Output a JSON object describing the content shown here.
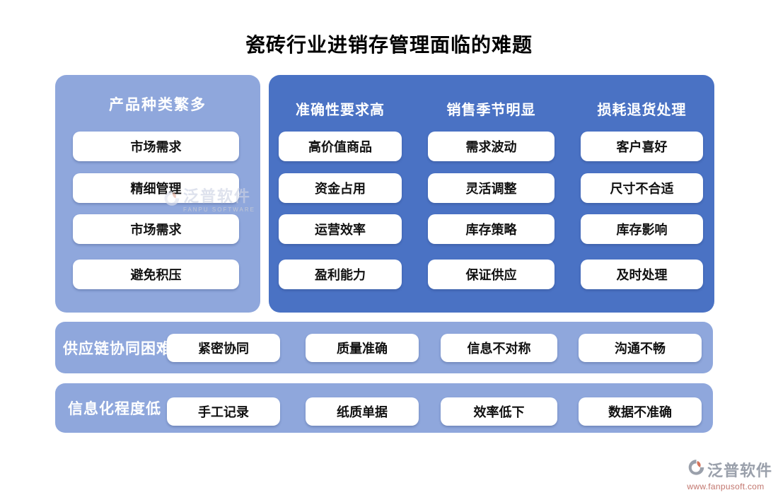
{
  "title": "瓷砖行业进销存管理面临的难题",
  "left_panel": {
    "header": "产品种类繁多",
    "items": [
      "市场需求",
      "精细管理",
      "市场需求",
      "避免积压"
    ]
  },
  "main_panel": {
    "columns": [
      {
        "header": "准确性要求高",
        "items": [
          "高价值商品",
          "资金占用",
          "运营效率",
          "盈利能力"
        ]
      },
      {
        "header": "销售季节明显",
        "items": [
          "需求波动",
          "灵活调整",
          "库存策略",
          "保证供应"
        ]
      },
      {
        "header": "损耗退货处理",
        "items": [
          "客户喜好",
          "尺寸不合适",
          "库存影响",
          "及时处理"
        ]
      }
    ]
  },
  "bands": [
    {
      "header": "供应链协同困难",
      "items": [
        "紧密协同",
        "质量准确",
        "信息不对称",
        "沟通不畅"
      ]
    },
    {
      "header": "信息化程度低",
      "items": [
        "手工记录",
        "纸质单据",
        "效率低下",
        "数据不准确"
      ]
    }
  ],
  "watermark": {
    "name": "泛普软件",
    "subtitle": "FANPU SOFTWARE"
  },
  "footer": {
    "brand": "泛普软件",
    "url": "www.fanpusoft.com"
  },
  "colors": {
    "light_blue": "#8FA7DC",
    "dark_blue": "#4A72C4",
    "pill_bg": "#FFFFFF",
    "pill_text": "#111111",
    "header_text": "#FFFFFF",
    "brand_gray": "#9AA0AB",
    "brand_red": "#C2766E"
  }
}
